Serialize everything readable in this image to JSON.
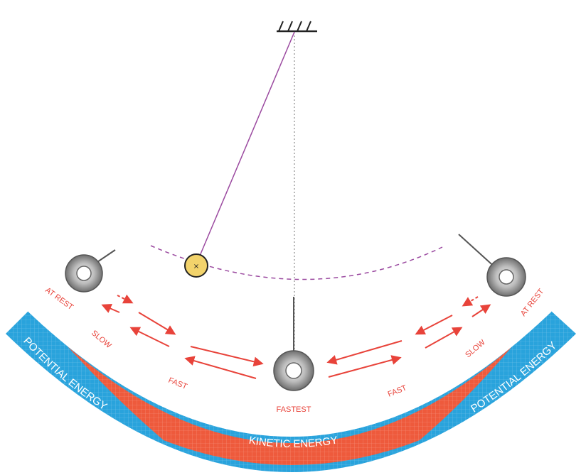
{
  "labels": {
    "at_rest_left": "AT REST",
    "at_rest_right": "AT REST",
    "slow_left": "SLOW",
    "slow_right": "SLOW",
    "fast_left": "FAST",
    "fast_right": "FAST",
    "fastest": "FASTEST"
  },
  "bands": {
    "potential_left": "POTENTIAL ENERGY",
    "potential_right": "POTENTIAL ENERGY",
    "kinetic": "KINETIC ENERGY"
  },
  "colors": {
    "potential": "#29a3dc",
    "kinetic": "#ee5a3c",
    "label_red": "#e8433a",
    "string": "#9b4aa0",
    "bob_yellow": "#f2d36b"
  }
}
